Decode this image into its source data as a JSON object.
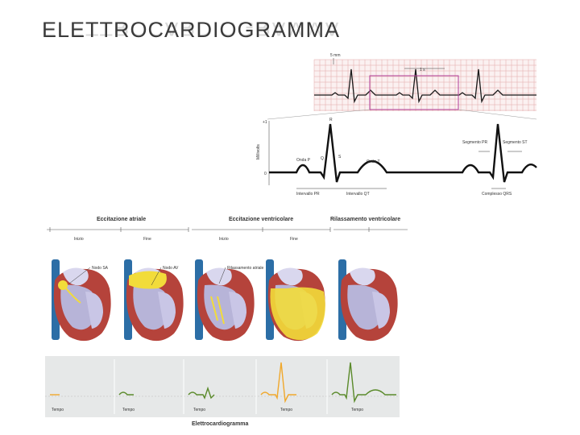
{
  "title": "ELETTROCARDIOGRAMMA",
  "ecg_detail": {
    "scale_label": "5 mm",
    "interval_label": "1 s",
    "y_axis_label": "Millivolts",
    "y_top": "+1",
    "y_zero": "0",
    "wave_labels": {
      "p": "Onda P",
      "q": "Q",
      "r": "R",
      "s": "S",
      "t": "Onda T",
      "st_segment": "Segmento ST",
      "pr_segment": "Segmento PR",
      "pr_interval": "Intervallo PR",
      "qt_interval": "Intervallo QT",
      "qrs_complex": "Complesso QRS"
    }
  },
  "phases": {
    "atrial_excitation": "Eccitazione atriale",
    "ventricular_excitation": "Eccitazione ventricolare",
    "ventricular_relaxation": "Rilassamento ventricolare",
    "start_1": "Inizio",
    "end_1": "Fine",
    "start_2": "Inizio",
    "end_2": "Fine"
  },
  "heart_labels": {
    "sa_node": "Nodo SA",
    "av_node": "Nodo AV",
    "atrial_relaxation": "Rilassamento atriale"
  },
  "strip": {
    "time_labels": [
      "Tempo",
      "Tempo",
      "Tempo",
      "Tempo",
      "Tempo"
    ],
    "caption": "Elettrocardiogramma"
  },
  "colors": {
    "grid_red": "#e2a7a7",
    "trace_dark": "#1a1a1a",
    "highlight_box": "#b0409a",
    "heart_blue": "#2c6ea6",
    "heart_red": "#b5433b",
    "heart_yellow": "#f2dc3a",
    "chamber_lilac": "#b7b4d8",
    "strip_bg": "#e6e8e8",
    "trace_orange": "#f0a82c",
    "trace_green": "#5a8a2a"
  }
}
